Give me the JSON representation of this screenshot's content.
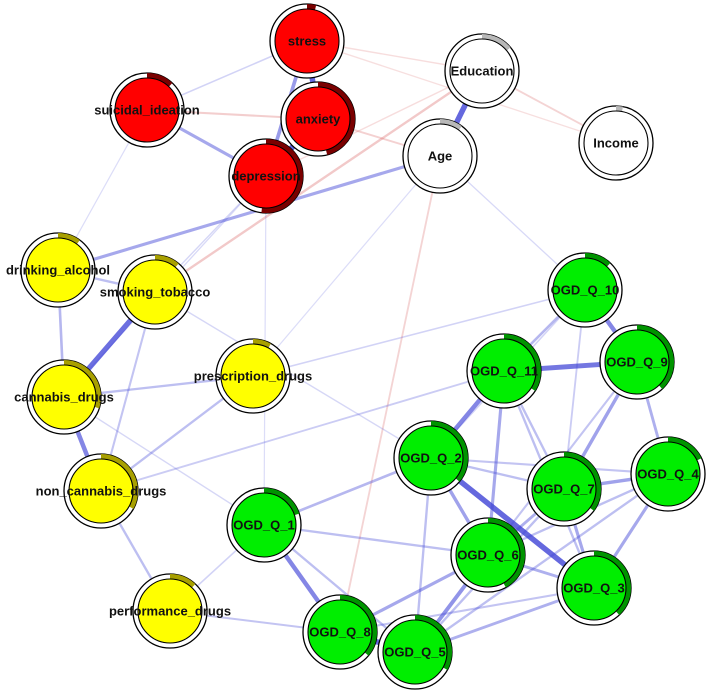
{
  "colors": {
    "group_affect": "#ff0000",
    "group_demographic": "#ffffff",
    "group_substance": "#ffff00",
    "group_ogd": "#00ee00",
    "pie_affect": "#7a0000",
    "pie_demographic": "#b8b8b8",
    "pie_substance": "#a8a000",
    "pie_ogd": "#009400",
    "edge_positive": "#3e42d6",
    "edge_negative": "#d86060"
  },
  "nodes": [
    {
      "id": "stress",
      "label": "stress",
      "group": "affect",
      "pie": 0.04
    },
    {
      "id": "anxiety",
      "label": "anxiety",
      "group": "affect",
      "pie": 0.46
    },
    {
      "id": "suicidal_ideation",
      "label": "suicidal_ideation",
      "group": "affect",
      "pie": 0.12
    },
    {
      "id": "depression",
      "label": "depression",
      "group": "affect",
      "pie": 0.52
    },
    {
      "id": "Education",
      "label": "Education",
      "group": "demographic",
      "pie": 0.14
    },
    {
      "id": "Age",
      "label": "Age",
      "group": "demographic",
      "pie": 0.1
    },
    {
      "id": "Income",
      "label": "Income",
      "group": "demographic",
      "pie": 0.03
    },
    {
      "id": "drinking_alcohol",
      "label": "drinking_alcohol",
      "group": "substance",
      "pie": 0.1
    },
    {
      "id": "smoking_tobacco",
      "label": "smoking_tobacco",
      "group": "substance",
      "pie": 0.11
    },
    {
      "id": "cannabis_drugs",
      "label": "cannabis_drugs",
      "group": "substance",
      "pie": 0.3
    },
    {
      "id": "prescription_drugs",
      "label": "prescription_drugs",
      "group": "substance",
      "pie": 0.08
    },
    {
      "id": "non_cannabis_drugs",
      "label": "non_cannabis_drugs",
      "group": "substance",
      "pie": 0.33
    },
    {
      "id": "performance_drugs",
      "label": "performance_drugs",
      "group": "substance",
      "pie": 0.12
    },
    {
      "id": "OGD_Q_10",
      "label": "OGD_Q_10",
      "group": "ogd",
      "pie": 0.12
    },
    {
      "id": "OGD_Q_11",
      "label": "OGD_Q_11",
      "group": "ogd",
      "pie": 0.34
    },
    {
      "id": "OGD_Q_9",
      "label": "OGD_Q_9",
      "group": "ogd",
      "pie": 0.38
    },
    {
      "id": "OGD_Q_2",
      "label": "OGD_Q_2",
      "group": "ogd",
      "pie": 0.36
    },
    {
      "id": "OGD_Q_7",
      "label": "OGD_Q_7",
      "group": "ogd",
      "pie": 0.35
    },
    {
      "id": "OGD_Q_4",
      "label": "OGD_Q_4",
      "group": "ogd",
      "pie": 0.18
    },
    {
      "id": "OGD_Q_1",
      "label": "OGD_Q_1",
      "group": "ogd",
      "pie": 0.2
    },
    {
      "id": "OGD_Q_6",
      "label": "OGD_Q_6",
      "group": "ogd",
      "pie": 0.42
    },
    {
      "id": "OGD_Q_3",
      "label": "OGD_Q_3",
      "group": "ogd",
      "pie": 0.38
    },
    {
      "id": "OGD_Q_8",
      "label": "OGD_Q_8",
      "group": "ogd",
      "pie": 0.36
    },
    {
      "id": "OGD_Q_5",
      "label": "OGD_Q_5",
      "group": "ogd",
      "pie": 0.33
    }
  ],
  "edges": [
    {
      "a": "stress",
      "b": "anxiety",
      "sign": "pos",
      "w": 0.9
    },
    {
      "a": "anxiety",
      "b": "depression",
      "sign": "pos",
      "w": 0.95
    },
    {
      "a": "stress",
      "b": "depression",
      "sign": "pos",
      "w": 0.55
    },
    {
      "a": "suicidal_ideation",
      "b": "depression",
      "sign": "pos",
      "w": 0.45
    },
    {
      "a": "suicidal_ideation",
      "b": "anxiety",
      "sign": "neg",
      "w": 0.25
    },
    {
      "a": "suicidal_ideation",
      "b": "stress",
      "sign": "pos",
      "w": 0.15
    },
    {
      "a": "stress",
      "b": "Education",
      "sign": "neg",
      "w": 0.12
    },
    {
      "a": "stress",
      "b": "Income",
      "sign": "neg",
      "w": 0.1
    },
    {
      "a": "anxiety",
      "b": "Age",
      "sign": "neg",
      "w": 0.22
    },
    {
      "a": "depression",
      "b": "Education",
      "sign": "neg",
      "w": 0.12
    },
    {
      "a": "Education",
      "b": "Age",
      "sign": "pos",
      "w": 0.9
    },
    {
      "a": "Education",
      "b": "Income",
      "sign": "neg",
      "w": 0.2
    },
    {
      "a": "Education",
      "b": "smoking_tobacco",
      "sign": "neg",
      "w": 0.3
    },
    {
      "a": "Age",
      "b": "drinking_alcohol",
      "sign": "pos",
      "w": 0.45
    },
    {
      "a": "Age",
      "b": "OGD_Q_8",
      "sign": "neg",
      "w": 0.2
    },
    {
      "a": "Age",
      "b": "OGD_Q_10",
      "sign": "pos",
      "w": 0.1
    },
    {
      "a": "Age",
      "b": "prescription_drugs",
      "sign": "pos",
      "w": 0.08
    },
    {
      "a": "depression",
      "b": "smoking_tobacco",
      "sign": "pos",
      "w": 0.12
    },
    {
      "a": "depression",
      "b": "cannabis_drugs",
      "sign": "pos",
      "w": 0.1
    },
    {
      "a": "depression",
      "b": "OGD_Q_1",
      "sign": "pos",
      "w": 0.08
    },
    {
      "a": "suicidal_ideation",
      "b": "drinking_alcohol",
      "sign": "pos",
      "w": 0.08
    },
    {
      "a": "drinking_alcohol",
      "b": "smoking_tobacco",
      "sign": "pos",
      "w": 0.3
    },
    {
      "a": "drinking_alcohol",
      "b": "cannabis_drugs",
      "sign": "pos",
      "w": 0.35
    },
    {
      "a": "smoking_tobacco",
      "b": "cannabis_drugs",
      "sign": "pos",
      "w": 0.85
    },
    {
      "a": "smoking_tobacco",
      "b": "non_cannabis_drugs",
      "sign": "pos",
      "w": 0.25
    },
    {
      "a": "cannabis_drugs",
      "b": "non_cannabis_drugs",
      "sign": "pos",
      "w": 0.7
    },
    {
      "a": "cannabis_drugs",
      "b": "prescription_drugs",
      "sign": "pos",
      "w": 0.3
    },
    {
      "a": "non_cannabis_drugs",
      "b": "performance_drugs",
      "sign": "pos",
      "w": 0.3
    },
    {
      "a": "non_cannabis_drugs",
      "b": "prescription_drugs",
      "sign": "pos",
      "w": 0.3
    },
    {
      "a": "prescription_drugs",
      "b": "OGD_Q_10",
      "sign": "pos",
      "w": 0.15
    },
    {
      "a": "performance_drugs",
      "b": "OGD_Q_8",
      "sign": "pos",
      "w": 0.25
    },
    {
      "a": "performance_drugs",
      "b": "OGD_Q_1",
      "sign": "pos",
      "w": 0.15
    },
    {
      "a": "non_cannabis_drugs",
      "b": "OGD_Q_11",
      "sign": "pos",
      "w": 0.2
    },
    {
      "a": "cannabis_drugs",
      "b": "OGD_Q_1",
      "sign": "pos",
      "w": 0.12
    },
    {
      "a": "smoking_tobacco",
      "b": "OGD_Q_2",
      "sign": "pos",
      "w": 0.12
    },
    {
      "a": "OGD_Q_10",
      "b": "OGD_Q_9",
      "sign": "pos",
      "w": 0.7
    },
    {
      "a": "OGD_Q_10",
      "b": "OGD_Q_11",
      "sign": "pos",
      "w": 0.35
    },
    {
      "a": "OGD_Q_11",
      "b": "OGD_Q_9",
      "sign": "pos",
      "w": 0.8
    },
    {
      "a": "OGD_Q_11",
      "b": "OGD_Q_2",
      "sign": "pos",
      "w": 0.7
    },
    {
      "a": "OGD_Q_11",
      "b": "OGD_Q_7",
      "sign": "pos",
      "w": 0.3
    },
    {
      "a": "OGD_Q_11",
      "b": "OGD_Q_6",
      "sign": "pos",
      "w": 0.45
    },
    {
      "a": "OGD_Q_11",
      "b": "OGD_Q_3",
      "sign": "pos",
      "w": 0.3
    },
    {
      "a": "OGD_Q_9",
      "b": "OGD_Q_7",
      "sign": "pos",
      "w": 0.5
    },
    {
      "a": "OGD_Q_9",
      "b": "OGD_Q_4",
      "sign": "pos",
      "w": 0.4
    },
    {
      "a": "OGD_Q_9",
      "b": "OGD_Q_6",
      "sign": "pos",
      "w": 0.25
    },
    {
      "a": "OGD_Q_2",
      "b": "OGD_Q_7",
      "sign": "pos",
      "w": 0.3
    },
    {
      "a": "OGD_Q_2",
      "b": "OGD_Q_6",
      "sign": "pos",
      "w": 0.5
    },
    {
      "a": "OGD_Q_2",
      "b": "OGD_Q_3",
      "sign": "pos",
      "w": 0.9
    },
    {
      "a": "OGD_Q_2",
      "b": "OGD_Q_1",
      "sign": "pos",
      "w": 0.35
    },
    {
      "a": "OGD_Q_2",
      "b": "OGD_Q_5",
      "sign": "pos",
      "w": 0.3
    },
    {
      "a": "OGD_Q_2",
      "b": "OGD_Q_4",
      "sign": "pos",
      "w": 0.25
    },
    {
      "a": "OGD_Q_7",
      "b": "OGD_Q_4",
      "sign": "pos",
      "w": 0.5
    },
    {
      "a": "OGD_Q_7",
      "b": "OGD_Q_6",
      "sign": "pos",
      "w": 0.4
    },
    {
      "a": "OGD_Q_7",
      "b": "OGD_Q_3",
      "sign": "pos",
      "w": 0.45
    },
    {
      "a": "OGD_Q_7",
      "b": "OGD_Q_5",
      "sign": "pos",
      "w": 0.3
    },
    {
      "a": "OGD_Q_4",
      "b": "OGD_Q_3",
      "sign": "pos",
      "w": 0.45
    },
    {
      "a": "OGD_Q_4",
      "b": "OGD_Q_6",
      "sign": "pos",
      "w": 0.3
    },
    {
      "a": "OGD_Q_4",
      "b": "OGD_Q_5",
      "sign": "pos",
      "w": 0.3
    },
    {
      "a": "OGD_Q_1",
      "b": "OGD_Q_8",
      "sign": "pos",
      "w": 0.7
    },
    {
      "a": "OGD_Q_1",
      "b": "OGD_Q_6",
      "sign": "pos",
      "w": 0.3
    },
    {
      "a": "OGD_Q_1",
      "b": "OGD_Q_5",
      "sign": "pos",
      "w": 0.3
    },
    {
      "a": "OGD_Q_6",
      "b": "OGD_Q_8",
      "sign": "pos",
      "w": 0.45
    },
    {
      "a": "OGD_Q_6",
      "b": "OGD_Q_5",
      "sign": "pos",
      "w": 0.6
    },
    {
      "a": "OGD_Q_6",
      "b": "OGD_Q_3",
      "sign": "pos",
      "w": 0.4
    },
    {
      "a": "OGD_Q_8",
      "b": "OGD_Q_5",
      "sign": "pos",
      "w": 0.9
    },
    {
      "a": "OGD_Q_8",
      "b": "OGD_Q_3",
      "sign": "pos",
      "w": 0.25
    },
    {
      "a": "OGD_Q_5",
      "b": "OGD_Q_3",
      "sign": "pos",
      "w": 0.4
    },
    {
      "a": "OGD_Q_10",
      "b": "OGD_Q_7",
      "sign": "pos",
      "w": 0.2
    },
    {
      "a": "OGD_Q_10",
      "b": "OGD_Q_2",
      "sign": "pos",
      "w": 0.15
    }
  ]
}
